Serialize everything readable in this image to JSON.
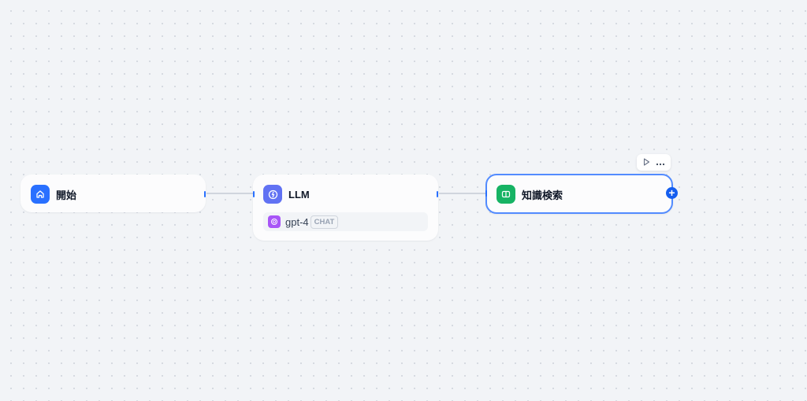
{
  "nodes": {
    "start": {
      "title": "開始",
      "icon": "home-icon",
      "color": "#2970ff"
    },
    "llm": {
      "title": "LLM",
      "icon": "llm-icon",
      "color": "#6172f3",
      "model": "gpt-4",
      "mode": "CHAT"
    },
    "knowledge": {
      "title": "知識検索",
      "icon": "book-open-icon",
      "color": "#16b364"
    }
  },
  "toolbar": {
    "run_icon": "play-icon",
    "more_icon": "more-icon"
  },
  "add_button": "+"
}
